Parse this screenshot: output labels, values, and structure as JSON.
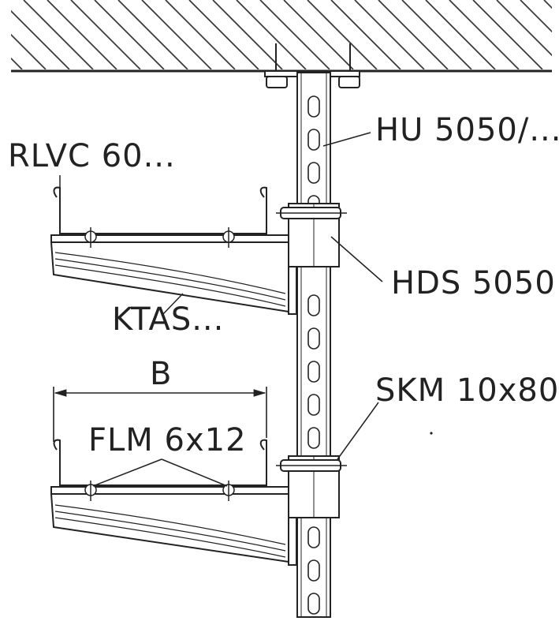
{
  "labels": {
    "profile": "HU 5050/...",
    "tray": "RLVC 60...",
    "clamp": "HDS 5050",
    "bracket": "KTAS...",
    "bolt": "SKM 10x80",
    "width": "B",
    "screw": "FLM 6x12"
  },
  "colors": {
    "line": "#222222",
    "hatch": "#3a3a3a",
    "paper": "#ffffff"
  }
}
